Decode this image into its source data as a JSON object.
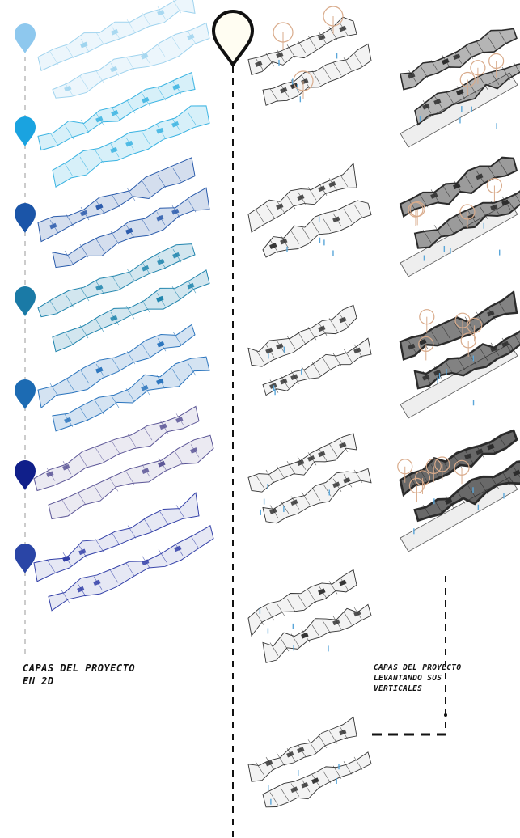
{
  "captions": {
    "layers_2d": [
      "CAPAS DEL PROYECTO",
      "EN 2D"
    ],
    "layers_3d": [
      "CAPAS DEL PROYECTO",
      "LEVANTANDO SUS",
      "VERTICALES"
    ]
  },
  "colors": {
    "pins": [
      "#8ec8ee",
      "#1aa3e0",
      "#1b55a8",
      "#1a7aa6",
      "#1c6bb3",
      "#101f8a",
      "#2a45a6"
    ],
    "plans": [
      "#9fd3ee",
      "#39b3e2",
      "#2a5bab",
      "#1f84ad",
      "#2a74bd",
      "#5b5596",
      "#3340a8"
    ],
    "main_pin_fill": "#fffdf2",
    "line": "#111111",
    "tree": "#d9ab8b",
    "rain": "#5aa6d9",
    "dark_mass": "#2b2b2b"
  },
  "icons": {
    "marker": "map-pin-icon",
    "main_marker": "main-map-pin-icon"
  }
}
